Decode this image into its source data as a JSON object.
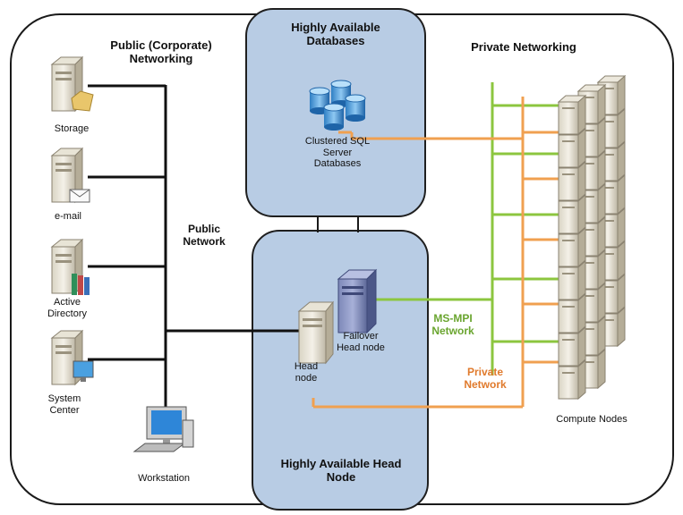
{
  "sections": {
    "public_networking": "Public (Corporate) Networking",
    "private_networking": "Private Networking",
    "ha_databases": "Highly Available Databases",
    "ha_head_node": "Highly Available Head Node"
  },
  "nodes": {
    "storage": "Storage",
    "email": "e-mail",
    "active_directory": "Active Directory",
    "system_center": "System Center",
    "workstation": "Workstation",
    "clustered_sql": "Clustered SQL Server Databases",
    "head_node": "Head node",
    "failover_head_node": "Failover Head node",
    "compute_nodes": "Compute Nodes"
  },
  "networks": {
    "public_network": "Public Network",
    "msmpi_network": "MS-MPI Network",
    "private_network": "Private Network"
  },
  "colors": {
    "public_line": "#111111",
    "msmpi_line": "#8cc63f",
    "private_line": "#f0a050",
    "ha_box_fill": "#b8cce4",
    "ha_box_stroke": "#1f1f1f"
  }
}
